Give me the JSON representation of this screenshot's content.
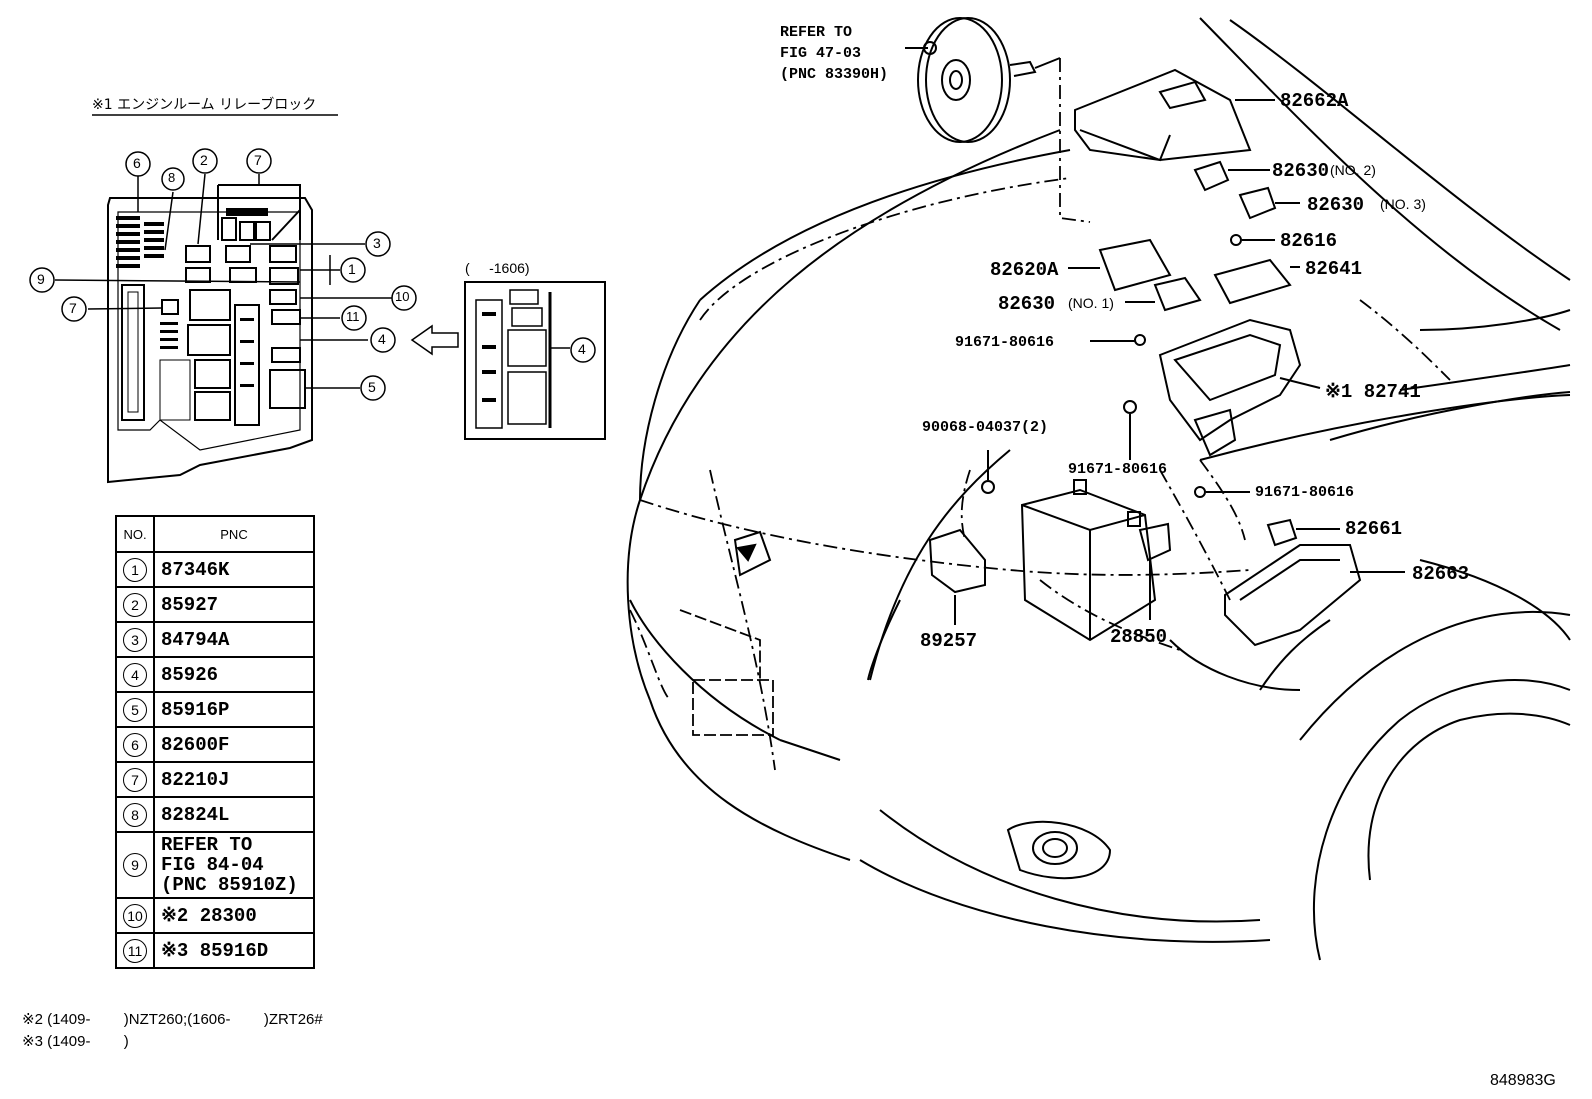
{
  "inset_title": "※1 エンジンルーム リレーブロック",
  "inset_variant_label": "(     -1606)",
  "callout_numbers": [
    "1",
    "2",
    "3",
    "4",
    "5",
    "6",
    "7",
    "8",
    "9",
    "10",
    "11"
  ],
  "table": {
    "header_no": "NO.",
    "header_pnc": "PNC",
    "rows": [
      {
        "no": "1",
        "pnc": "87346K"
      },
      {
        "no": "2",
        "pnc": "85927"
      },
      {
        "no": "3",
        "pnc": "84794A"
      },
      {
        "no": "4",
        "pnc": "85926"
      },
      {
        "no": "5",
        "pnc": "85916P"
      },
      {
        "no": "6",
        "pnc": "82600F"
      },
      {
        "no": "7",
        "pnc": "82210J"
      },
      {
        "no": "8",
        "pnc": "82824L"
      },
      {
        "no": "9",
        "pnc_lines": [
          "REFER TO",
          "FIG 84-04",
          "(PNC 85910Z)"
        ]
      },
      {
        "no": "10",
        "pnc": "※2 28300"
      },
      {
        "no": "11",
        "pnc": "※3 85916D"
      }
    ]
  },
  "footnotes": [
    "※2 (1409-        )NZT260;(1606-        )ZRT26#",
    "※3 (1409-        )"
  ],
  "refer_note": [
    "REFER TO",
    "FIG 47-03",
    "(PNC 83390H)"
  ],
  "part_labels": {
    "p82662A": "82662A",
    "p82630_no2": "82630",
    "p82630_no2_suffix": "(NO. 2)",
    "p82630_no3": "82630",
    "p82630_no3_suffix": "(NO. 3)",
    "p82616": "82616",
    "p82620A": "82620A",
    "p82641": "82641",
    "p82630_no1": "82630",
    "p82630_no1_suffix": "(NO. 1)",
    "p91671_a": "91671-80616",
    "p82741": "※1 82741",
    "p90068": "90068-04037(2)",
    "p91671_b": "91671-80616",
    "p91671_c": "91671-80616",
    "p82661": "82661",
    "p82663": "82663",
    "p89257": "89257",
    "p28850": "28850"
  },
  "figure_id": "848983G"
}
